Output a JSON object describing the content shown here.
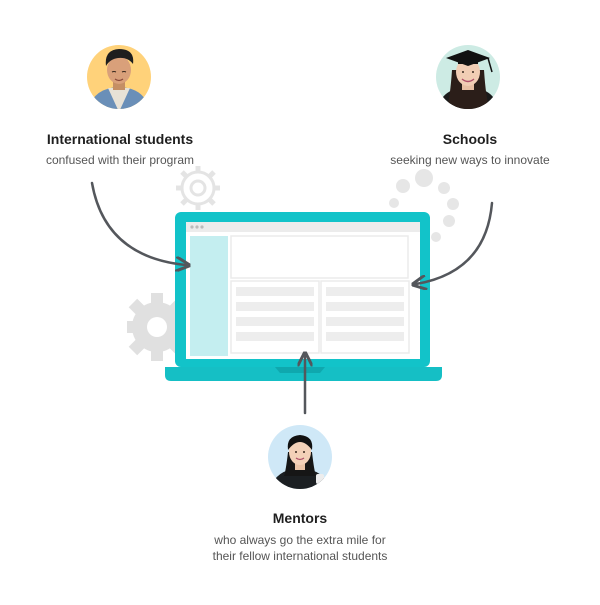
{
  "personas": [
    {
      "title": "International students",
      "description": "confused with their program",
      "avatar_bg": "#FFD27A"
    },
    {
      "title": "Schools",
      "description": "seeking new ways to innovate",
      "avatar_bg": "#CDEBE4"
    },
    {
      "title": "Mentors",
      "description_line1": "who always go the extra mile for",
      "description_line2": "their fellow international students",
      "avatar_bg": "#CFE8F7"
    }
  ],
  "colors": {
    "laptop": "#12C3C9",
    "laptop_base": "#15BFC5",
    "sidebar": "#C4EEF0",
    "arrow": "#54575C",
    "gear": "#E0E0E0",
    "bubble": "#E6E6E6"
  },
  "icons": [
    "gear-icon",
    "student-avatar",
    "graduate-avatar",
    "mentor-avatar",
    "laptop-icon",
    "arrow-icon"
  ]
}
